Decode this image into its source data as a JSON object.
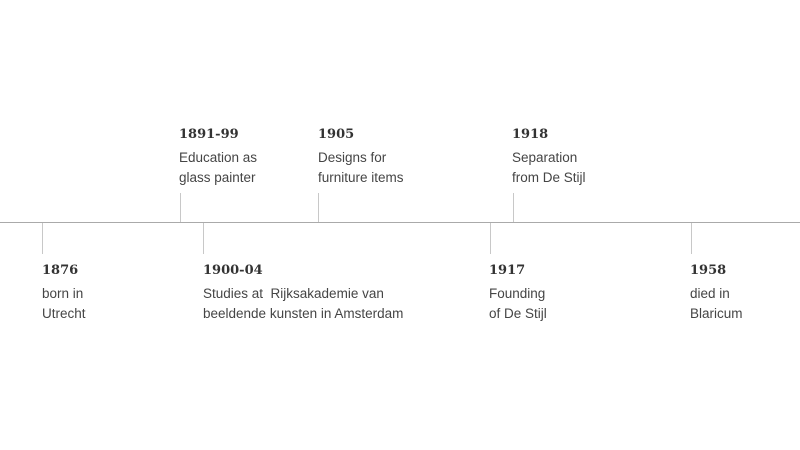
{
  "timeline": {
    "events": [
      {
        "year": "1876",
        "lines": [
          "born in",
          "Utrecht"
        ]
      },
      {
        "year": "1891-99",
        "lines": [
          "Education as",
          "glass painter"
        ]
      },
      {
        "year": "1900-04",
        "lines": [
          "Studies at  Rijksakademie van",
          "beeldende kunsten in Amsterdam"
        ]
      },
      {
        "year": "1905",
        "lines": [
          "Designs for",
          "furniture items"
        ]
      },
      {
        "year": "1917",
        "lines": [
          "Founding",
          "of De Stijl"
        ]
      },
      {
        "year": "1918",
        "lines": [
          "Separation",
          "from De Stijl"
        ]
      },
      {
        "year": "1958",
        "lines": [
          "died in",
          "Blaricum"
        ]
      }
    ]
  }
}
